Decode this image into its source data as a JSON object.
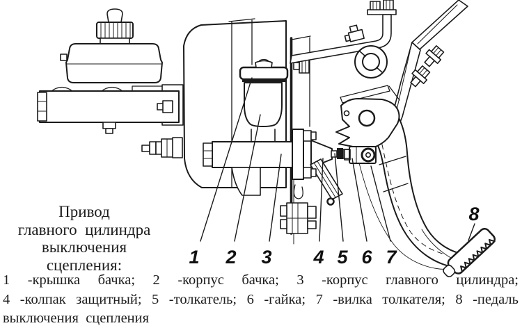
{
  "figure": {
    "background_color": "#ffffff",
    "line_color": "#1b1b1b",
    "title_lines": [
      "Привод",
      "главного  цилиндра",
      "выключения",
      "сцепления:"
    ],
    "callouts": [
      {
        "number": "1",
        "part": "крышка бачка"
      },
      {
        "number": "2",
        "part": "корпус бачка"
      },
      {
        "number": "3",
        "part": "корпус главного цилиндра"
      },
      {
        "number": "4",
        "part": "колпак защитный"
      },
      {
        "number": "5",
        "part": "толкатель"
      },
      {
        "number": "6",
        "part": "гайка"
      },
      {
        "number": "7",
        "part": "вилка толкателя"
      },
      {
        "number": "8",
        "part": "педаль выключения сцепления"
      }
    ],
    "caption_lines": [
      "1 -крышка бачка; 2 -корпус бачка; 3 -корпус главного цилиндра;",
      "4 -колпак защитный; 5 -толкатель; 6 -гайка; 7 -вилка толкателя; 8 -педаль",
      "выключения  сцепления"
    ]
  }
}
